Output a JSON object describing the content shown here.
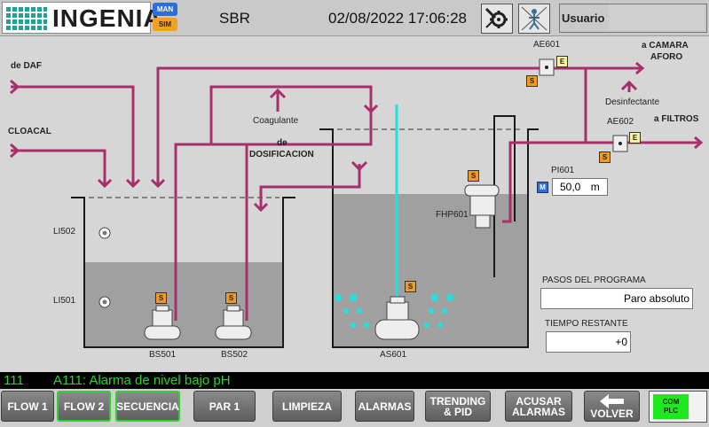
{
  "header": {
    "logo_text": "INGENIA",
    "mode_man": "MAN",
    "mode_sim": "SIM",
    "screen_title": "SBR",
    "datetime": "02/08/2022 17:06:28",
    "user_label": "Usuario :",
    "user_value": ""
  },
  "process": {
    "inlets": {
      "daf": "de DAF",
      "cloacal": "CLOACAL"
    },
    "outlets": {
      "camara_line1": "a CAMARA",
      "camara_line2": "AFORO",
      "filtros": "a FILTROS"
    },
    "dosing": {
      "coagulante": "Coagulante",
      "dos_line1": "de",
      "dos_line2": "DOSIFICACION",
      "desinfectante": "Desinfectante"
    },
    "level_sensors": {
      "li502": "LI502",
      "li501": "LI501"
    },
    "equipment": {
      "bs501": "BS501",
      "bs502": "BS502",
      "as601": "AS601",
      "fhp601": "FHP601"
    },
    "analyzers": {
      "ae601": "AE601",
      "ae602": "AE602"
    },
    "badges": {
      "s": "S",
      "e": "E",
      "m": "M"
    },
    "pi601": {
      "label": "PI601",
      "value": "50,0",
      "unit": "m"
    },
    "pasos": {
      "label": "PASOS DEL PROGRAMA",
      "value": "Paro absoluto"
    },
    "tiempo": {
      "label": "TIEMPO RESTANTE",
      "value": "+0"
    }
  },
  "alarm": {
    "code": "111",
    "text": "A111: Alarma de nivel bajo pH"
  },
  "footer": {
    "flow1": "FLOW 1",
    "flow2": "FLOW 2",
    "secuencia": "SECUENCIA",
    "par1": "PAR 1",
    "limpieza": "LIMPIEZA",
    "alarmas": "ALARMAS",
    "trending_l1": "TRENDING",
    "trending_l2": "& PID",
    "acusar_l1": "ACUSAR",
    "acusar_l2": "ALARMAS",
    "volver": "VOLVER",
    "com_l1": "COM",
    "com_l2": "PLC"
  },
  "colors": {
    "pipe": "#a8306a",
    "water": "#a0a0a0",
    "aeration": "#20e0e0",
    "status_green": "#2dd22d"
  }
}
